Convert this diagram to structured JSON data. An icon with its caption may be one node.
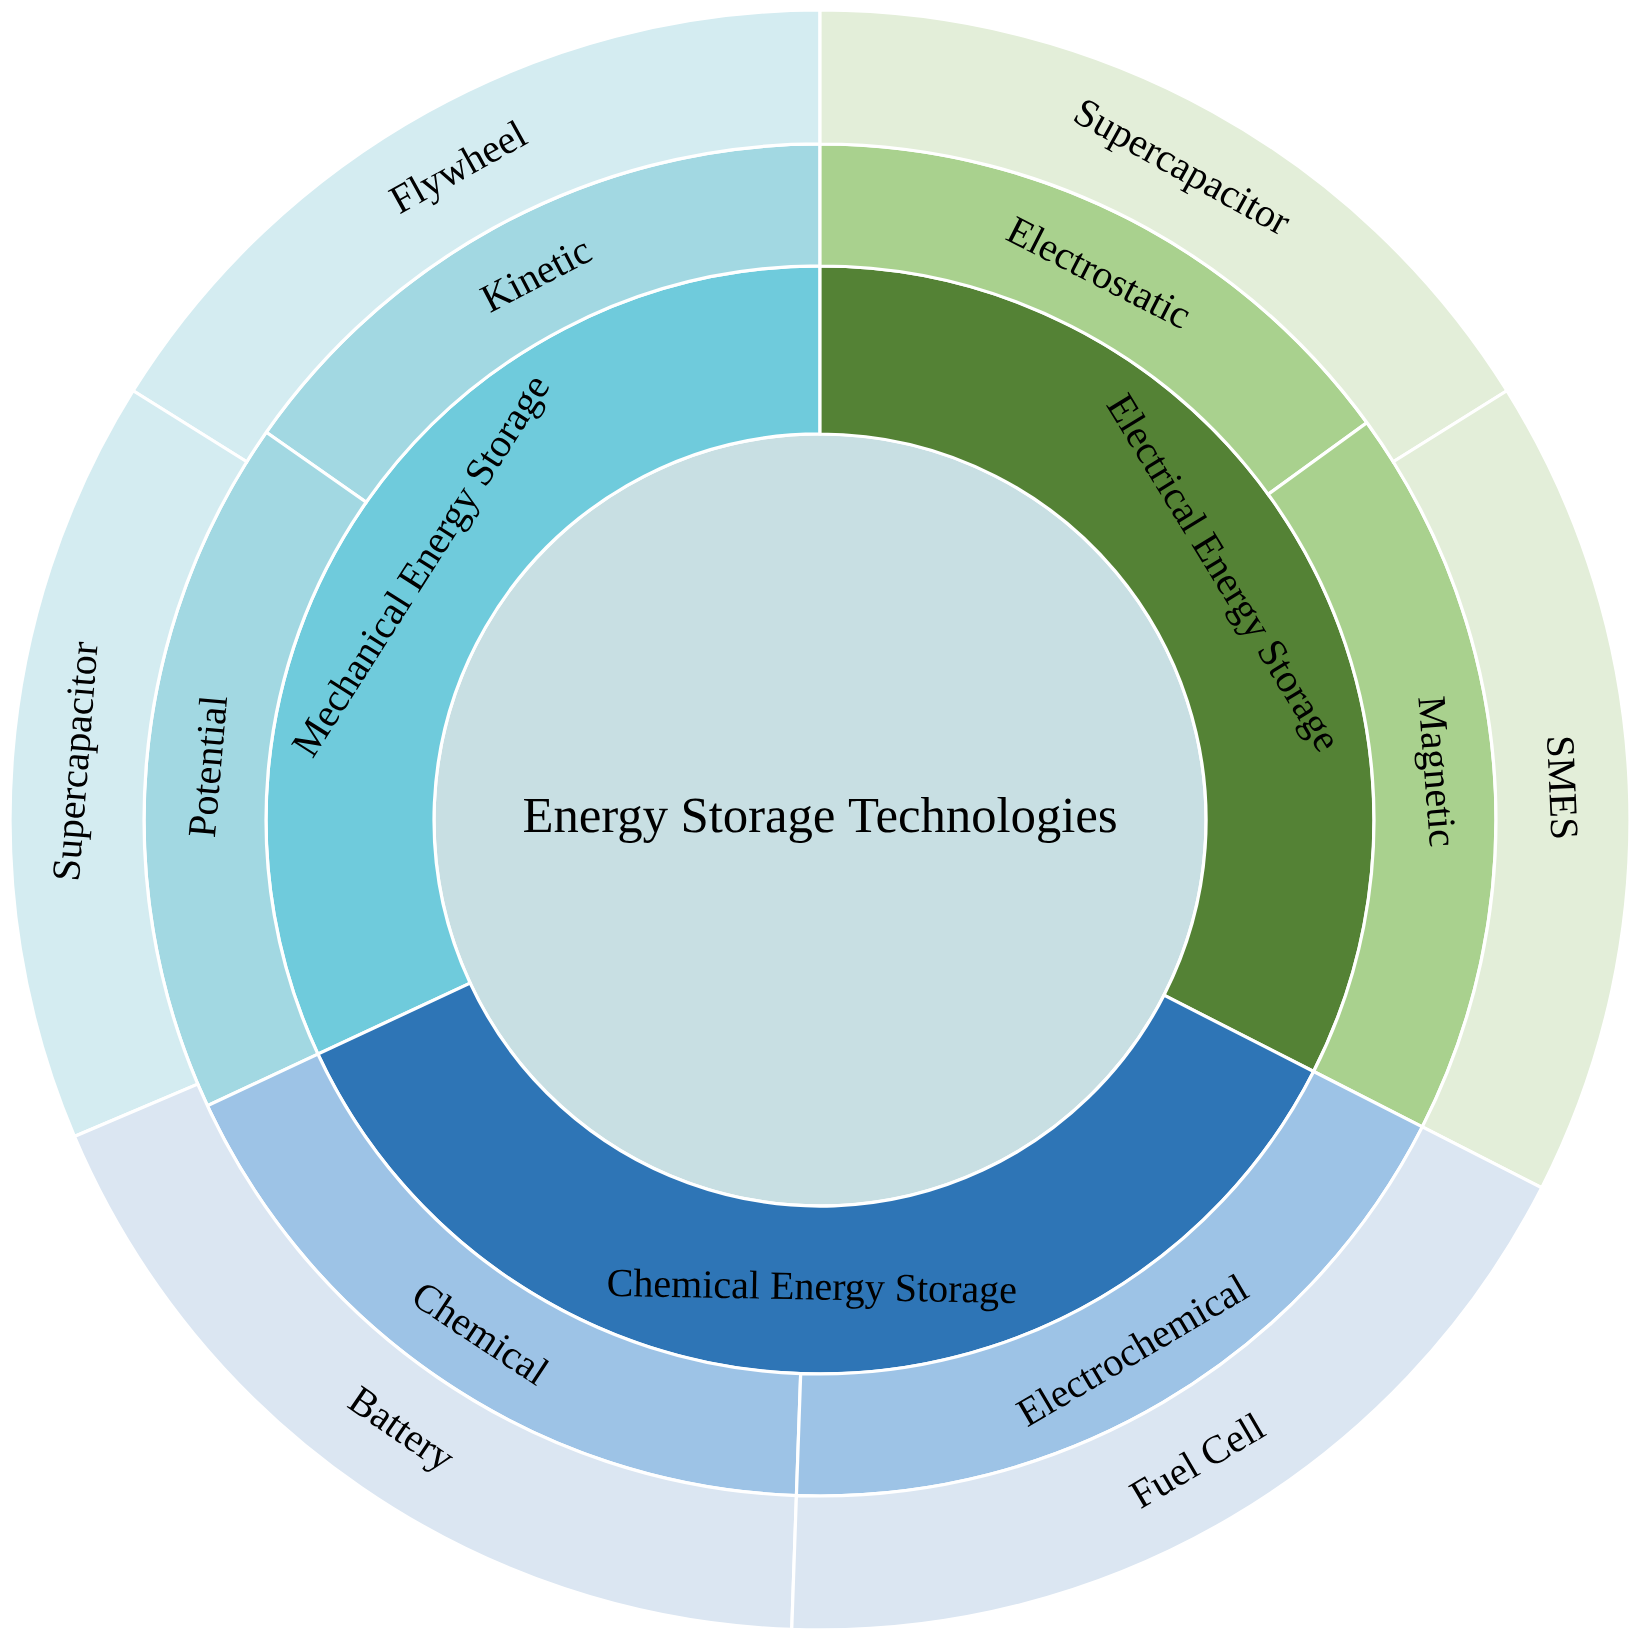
{
  "diagram": {
    "nodes": [
      {
        "text": [
          "Energy Storage Technologies"
        ]
      },
      {
        "text": [
          "Mechanical Energy Storage"
        ]
      },
      {
        "text": [
          "Electrical Energy Storage"
        ]
      },
      {
        "text": [
          "Chemical Energy Storage"
        ]
      },
      {
        "text": [
          "Kinetic"
        ]
      },
      {
        "text": [
          "Potential"
        ]
      },
      {
        "text": [
          "Electrostatic"
        ]
      },
      {
        "text": [
          "Magnetic"
        ]
      },
      {
        "text": [
          "Chemical"
        ]
      },
      {
        "text": [
          "Electrochemical"
        ]
      },
      {
        "text": [
          "Flywheel"
        ]
      },
      {
        "text": [
          "Supercapacitor"
        ]
      },
      {
        "text": [
          "Supercapacitor"
        ]
      },
      {
        "text": [
          "SMES"
        ]
      },
      {
        "text": [
          "Battery"
        ]
      },
      {
        "text": [
          "Fuel Cell"
        ]
      }
    ]
  }
}
